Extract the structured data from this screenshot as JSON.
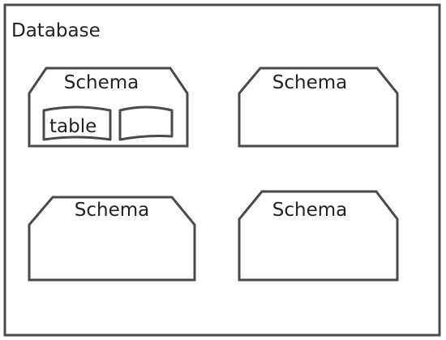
{
  "database": {
    "label": "Database"
  },
  "schemas": [
    {
      "label": "Schema",
      "tables": [
        {
          "label": "table"
        },
        {
          "label": ""
        }
      ]
    },
    {
      "label": "Schema",
      "tables": []
    },
    {
      "label": "Schema",
      "tables": []
    },
    {
      "label": "Schema",
      "tables": []
    }
  ],
  "colors": {
    "stroke": "#4a4a4a",
    "fill": "#ffffff",
    "text": "#222222"
  }
}
